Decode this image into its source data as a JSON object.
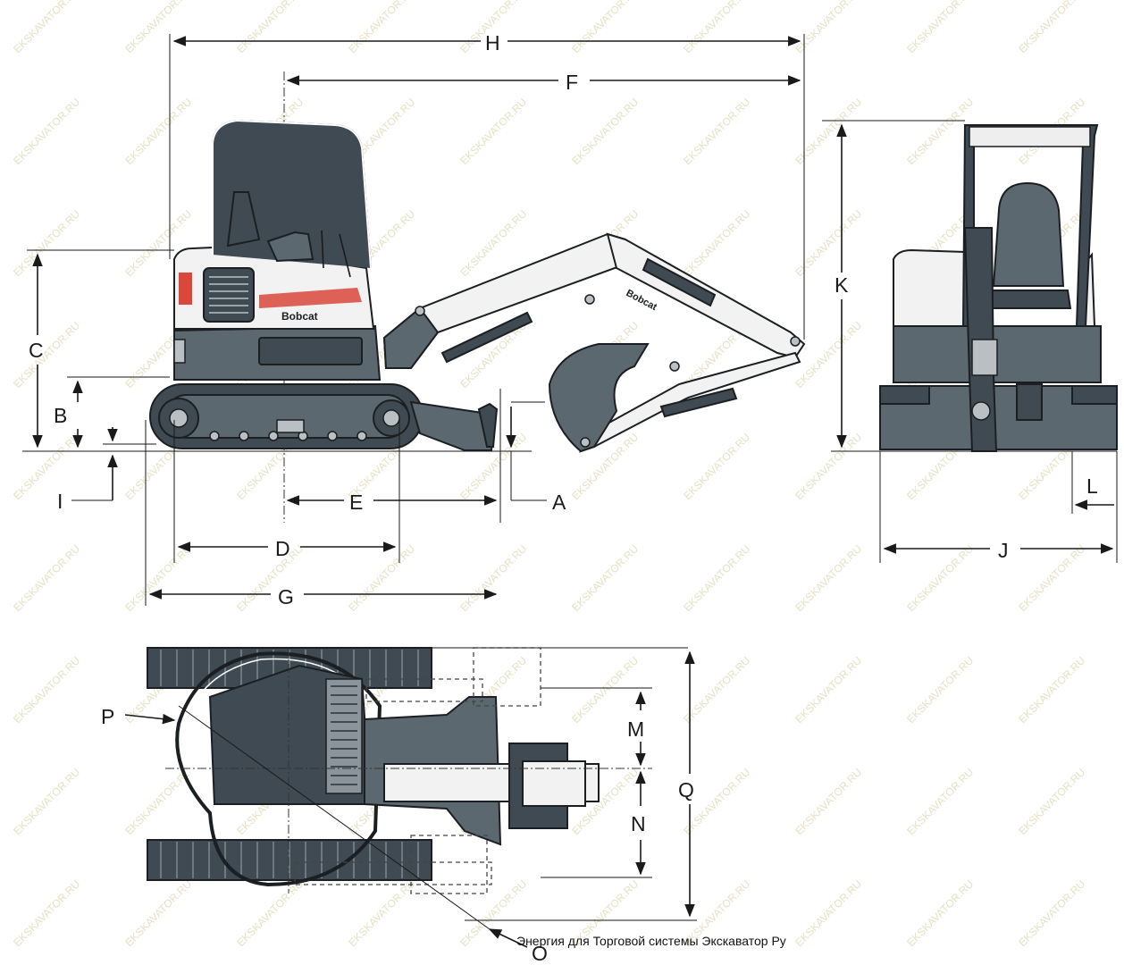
{
  "labels": {
    "H": "H",
    "F": "F",
    "C": "C",
    "B": "B",
    "I": "I",
    "E": "E",
    "A": "A",
    "D": "D",
    "G": "G",
    "K": "K",
    "L": "L",
    "J": "J",
    "P": "P",
    "M": "M",
    "N": "N",
    "Q": "Q",
    "O": "O"
  },
  "brand": {
    "cab_logo": "Bobcat",
    "arm_logo": "Bobcat"
  },
  "caption": "Энергия для Торговой системы Экскаватор Ру",
  "watermark": "EKSKAVATOR.RU",
  "colors": {
    "body": "#5c6870",
    "accent": "#d9483b",
    "outline": "#1b1f22",
    "watermark": "#e6e1c4"
  }
}
